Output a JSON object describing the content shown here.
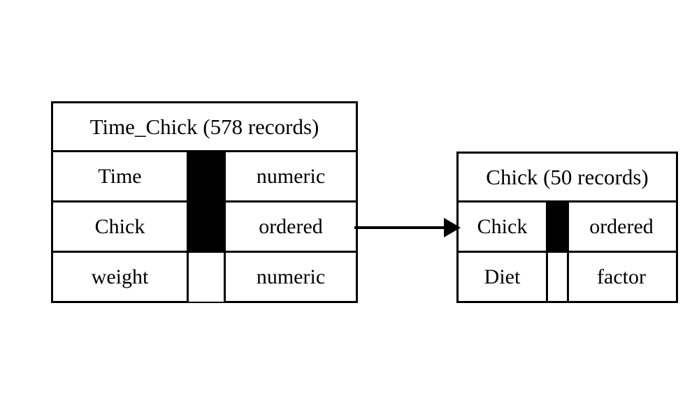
{
  "diagram": {
    "type": "entity-relationship",
    "background_color": "#ffffff",
    "line_color": "#000000",
    "key_marker_color": "#000000",
    "tables": [
      {
        "id": "time-chick",
        "header": "Time_Chick (578 records)",
        "name": "Time_Chick",
        "record_count": "578 records",
        "fields": [
          {
            "name": "Time",
            "type": "numeric",
            "is_key": true
          },
          {
            "name": "Chick",
            "type": "ordered",
            "is_key": true
          },
          {
            "name": "weight",
            "type": "numeric",
            "is_key": false
          }
        ]
      },
      {
        "id": "chick",
        "header": "Chick (50 records)",
        "name": "Chick",
        "record_count": "50 records",
        "fields": [
          {
            "name": "Chick",
            "type": "ordered",
            "is_key": true
          },
          {
            "name": "Diet",
            "type": "factor",
            "is_key": false
          }
        ]
      }
    ],
    "relationship": {
      "from_table": "Time_Chick",
      "from_field": "Chick",
      "to_table": "Chick",
      "to_field": "Chick",
      "arrow_direction": "right",
      "label": ""
    }
  }
}
